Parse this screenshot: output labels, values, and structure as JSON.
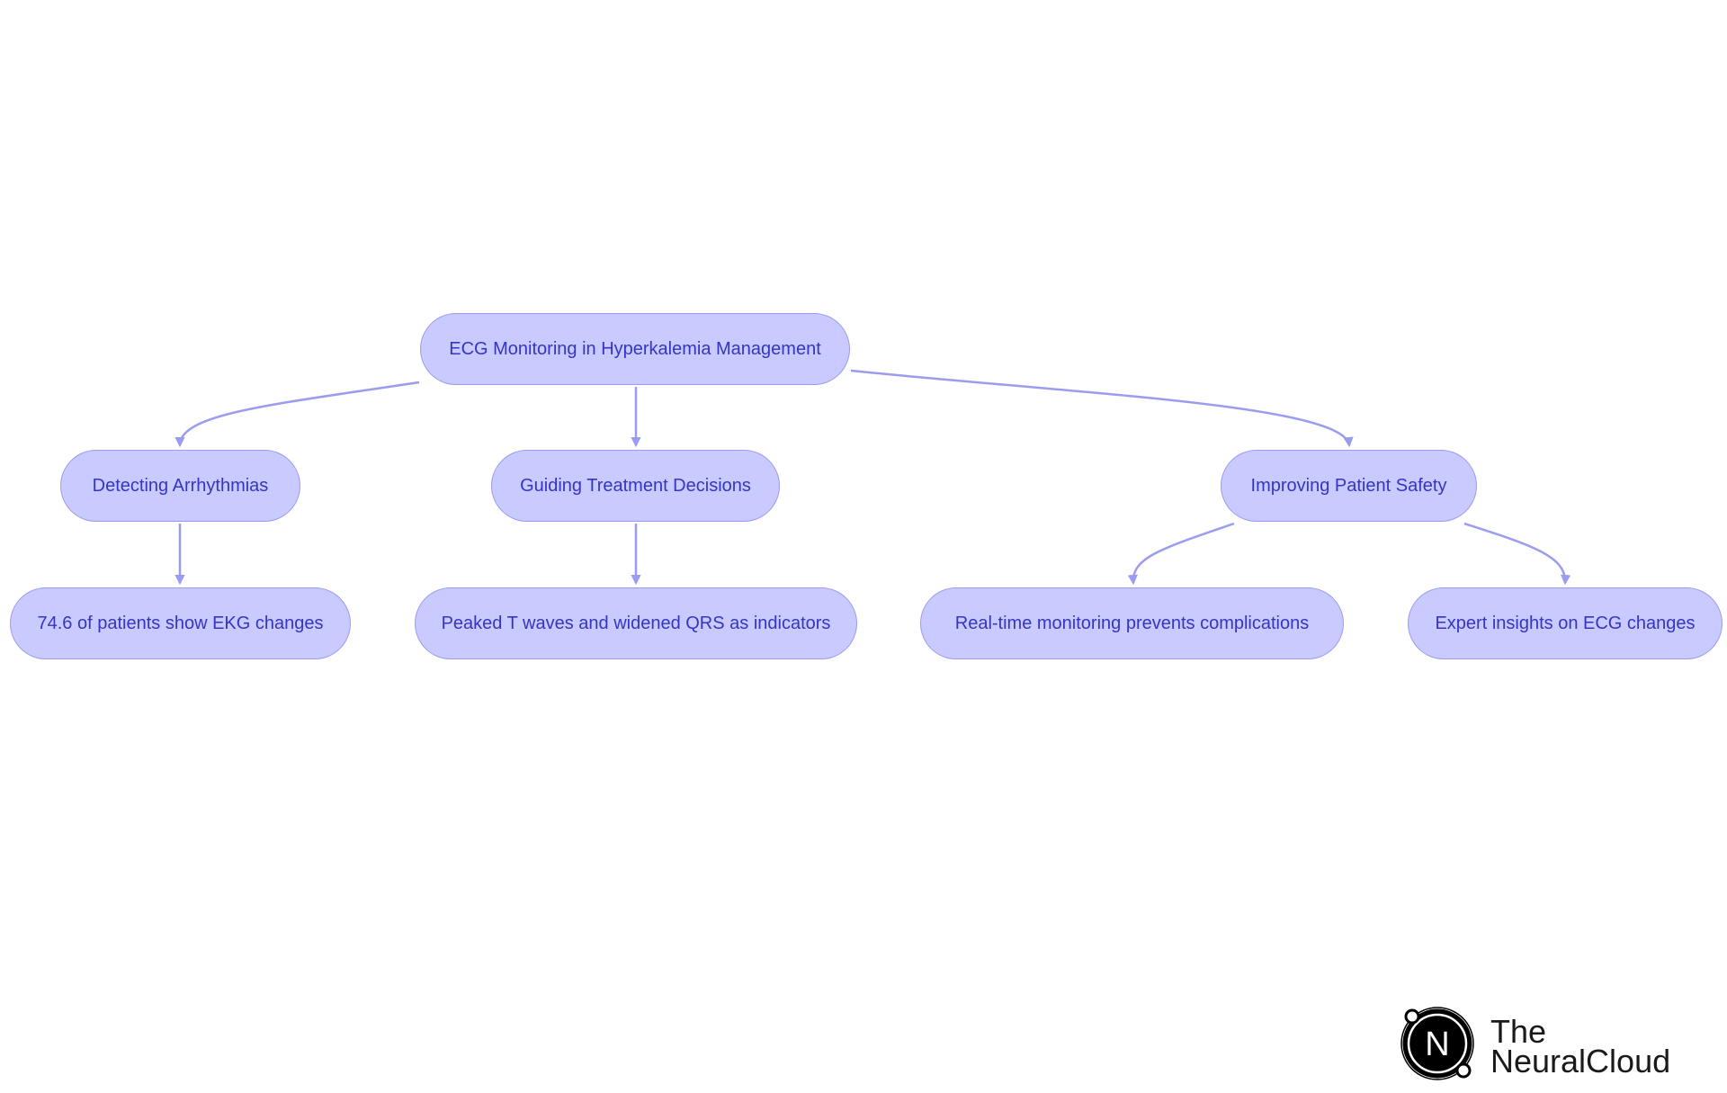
{
  "diagram": {
    "nodes": {
      "root": "ECG Monitoring in Hyperkalemia Management",
      "detecting": "Detecting Arrhythmias",
      "guiding": "Guiding Treatment Decisions",
      "improving": "Improving Patient Safety",
      "ekg_changes": "74.6 of patients show EKG changes",
      "peaked": "Peaked T waves and widened QRS as indicators",
      "realtime": "Real-time monitoring prevents complications",
      "expert": "Expert insights on ECG changes"
    },
    "colors": {
      "node_fill": "#c9caff",
      "node_border": "#9b9cf0",
      "node_text": "#3535c2",
      "edge": "#9b9cf0"
    }
  },
  "logo": {
    "line1": "The",
    "line2": "NeuralCloud",
    "mark_letter": "N"
  }
}
